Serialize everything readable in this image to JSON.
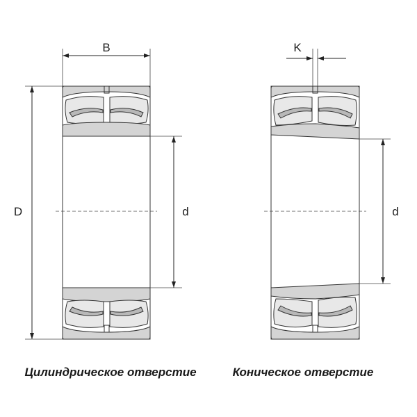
{
  "dimensions": {
    "outer_diameter": "D",
    "width": "B",
    "bore_left": "d",
    "bore_right": "d",
    "groove": "K"
  },
  "captions": {
    "left": "Цилиндрическое отверстие",
    "right": "Коническое отверстие"
  }
}
